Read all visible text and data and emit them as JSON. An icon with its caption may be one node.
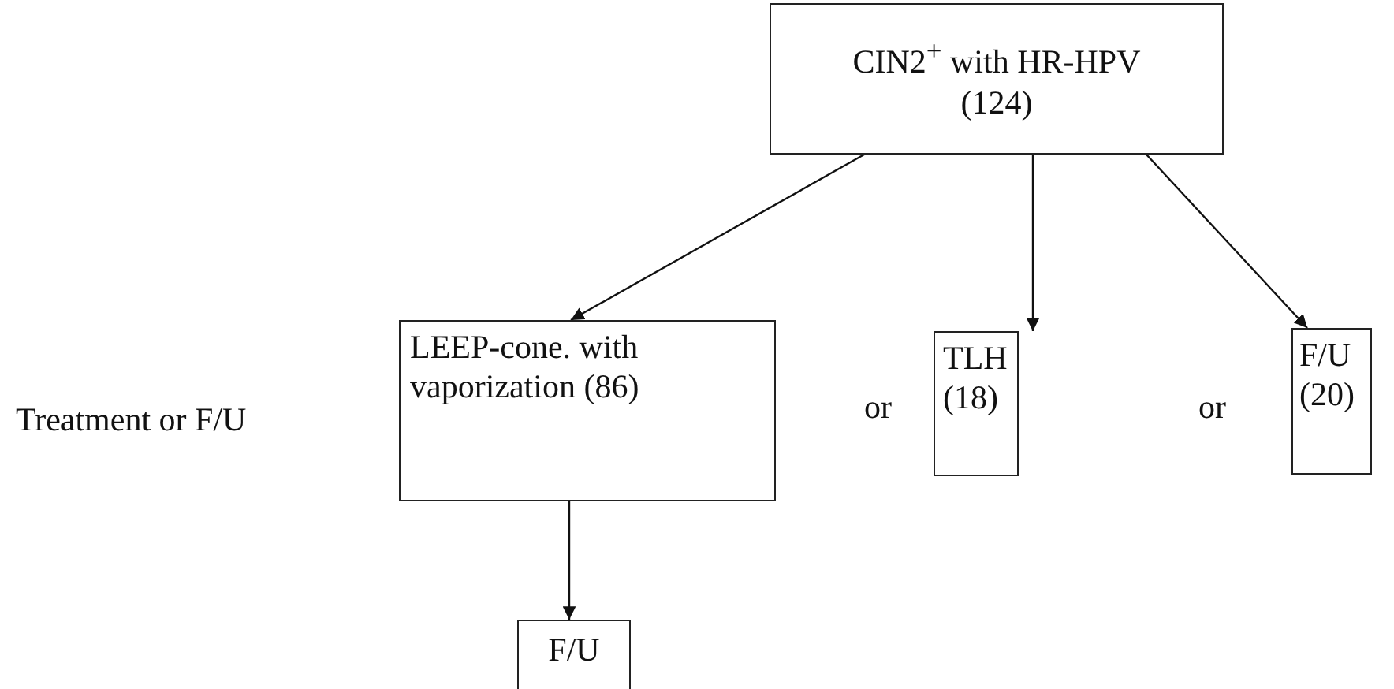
{
  "diagram": {
    "nodes": [
      {
        "text": [
          "CIN2$^{+}$ with HR-HPV (124)"
        ]
      },
      {
        "text": [
          "LEEP-cone. with vaporization (86)"
        ]
      },
      {
        "text": [
          "TLH (18)"
        ]
      },
      {
        "text": [
          "F/U (20)"
        ]
      },
      {
        "text": [
          "F/U"
        ]
      }
    ],
    "edges": [
      {
        "from": 0,
        "to": 1,
        "arrow": "to"
      },
      {
        "from": 0,
        "to": 2,
        "arrow": "to"
      },
      {
        "from": 0,
        "to": 3,
        "arrow": "to"
      },
      {
        "from": 1,
        "to": 4,
        "arrow": "to"
      }
    ],
    "labels": [
      "Treatment or F/U",
      "or",
      "or"
    ]
  }
}
